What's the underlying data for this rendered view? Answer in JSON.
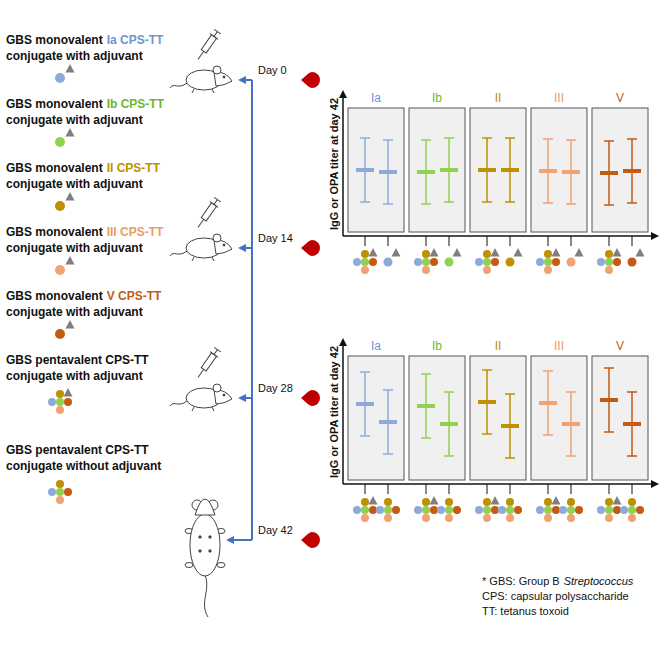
{
  "diagram": {
    "nodes": [
      {
        "text": [
          "Ia"
        ]
      },
      {
        "text": [
          "Ib"
        ]
      },
      {
        "text": [
          "II"
        ]
      },
      {
        "text": [
          "III"
        ]
      },
      {
        "text": [
          "V"
        ]
      },
      {
        "text": [
          "Ia"
        ]
      },
      {
        "text": [
          "Ib"
        ]
      },
      {
        "text": [
          "II"
        ]
      },
      {
        "text": [
          "III"
        ]
      },
      {
        "text": [
          "V"
        ]
      }
    ],
    "labels": [
      "GBS monovalent",
      "Ia CPS-TT",
      "conjugate with adjuvant",
      "GBS monovalent",
      "Ib CPS-TT",
      "conjugate with adjuvant",
      "GBS monovalent",
      "II CPS-TT",
      "conjugate with adjuvant",
      "GBS monovalent",
      "III CPS-TT",
      "conjugate with adjuvant",
      "GBS monovalent",
      "V CPS-TT",
      "conjugate with adjuvant",
      "GBS pentavalent CPS-TT conjugate with adjuvant",
      "GBS pentavalent CPS-TT conjugate without adjuvant",
      "Day 0",
      "Day 14",
      "Day 28",
      "Day 42",
      "IgG or OPA titer at day 42",
      "IgG or OPA titer at day 42",
      "* GBS: Group B",
      "Streptococcus",
      "CPS: capsular polysaccharide",
      "TT: tetanus toxoid"
    ]
  }
}
